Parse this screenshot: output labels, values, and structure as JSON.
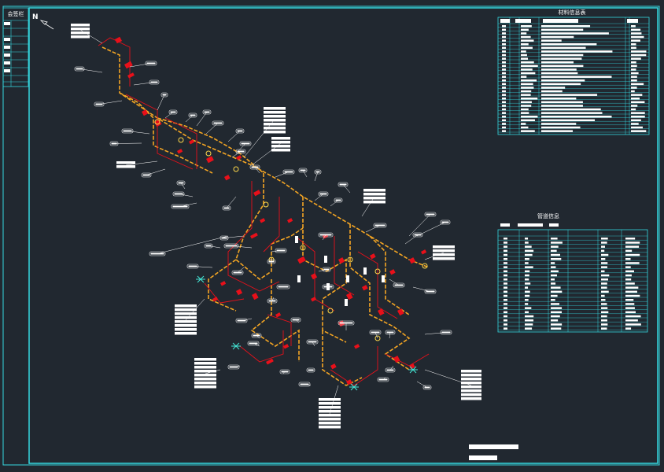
{
  "north_label": "N",
  "left_panel_title": "会签栏",
  "material_table": {
    "title": "材料信息表"
  },
  "pipe_table": {
    "title": "管道信息"
  },
  "colors": {
    "background": "#212830",
    "frame": "#35d8e0",
    "pipe_orange": "#f5a623",
    "pipe_red": "#e8101a",
    "pipe_yellow": "#ffd84a",
    "label": "#ffffff",
    "valve_cyan": "#44e6d6"
  },
  "icons": {
    "north_arrow": "north-arrow-icon"
  }
}
